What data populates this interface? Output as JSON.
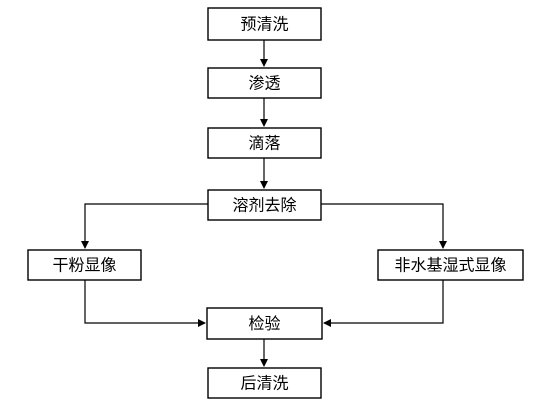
{
  "diagram": {
    "nodes": {
      "pre_clean": "预清洗",
      "penetrate": "渗透",
      "drip": "滴落",
      "solvent_remove": "溶剂去除",
      "dry_powder": "干粉显像",
      "nonaqueous_wet": "非水基湿式显像",
      "inspect": "检验",
      "post_clean": "后清洗"
    },
    "colors": {
      "stroke": "#000000",
      "fill": "#ffffff",
      "text": "#000000"
    }
  }
}
